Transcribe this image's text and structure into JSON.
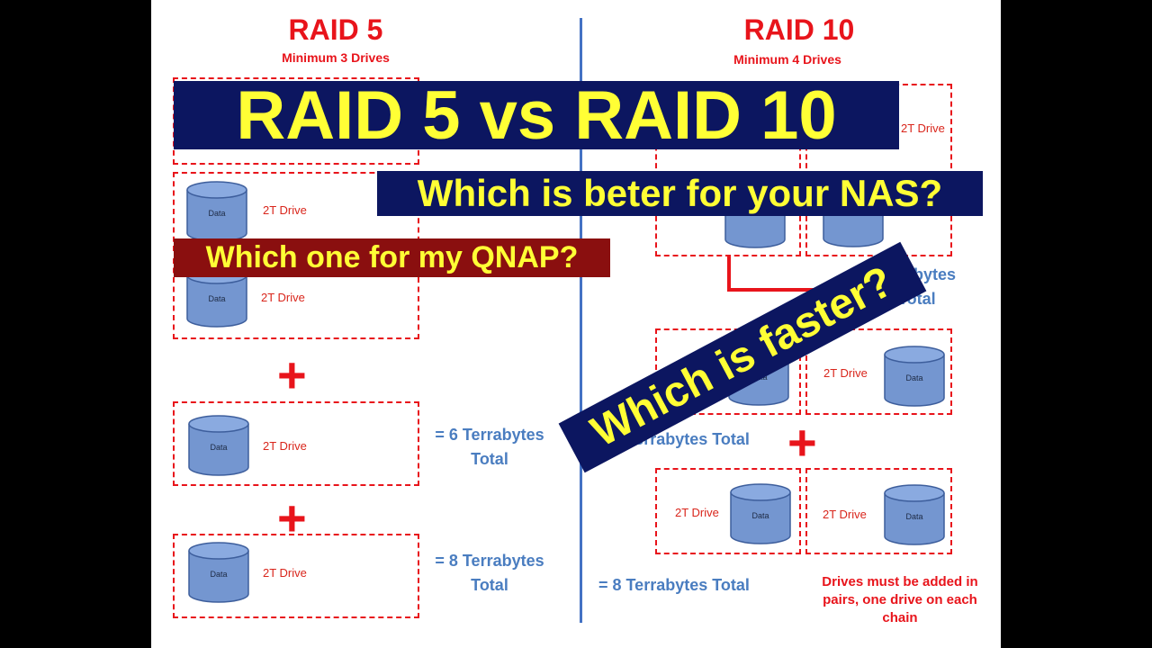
{
  "banners": {
    "main": "RAID 5 vs RAID 10",
    "nas": "Which is beter for your NAS?",
    "qnap": "Which one for my QNAP?",
    "faster": "Which is faster?"
  },
  "raid5": {
    "title": "RAID 5",
    "subtitle": "Minimum 3 Drives",
    "drive_label": "2T Drive",
    "cylinder_label": "Data",
    "plus": "+",
    "total_6": "= 6 Terrabytes Total",
    "total_8": "= 8 Terrabytes Total"
  },
  "raid10": {
    "title": "RAID 10",
    "subtitle": "Minimum 4 Drives",
    "drive_label": "2T Drive",
    "cylinder_label": "Data",
    "plus": "+",
    "total_top_fragment": "rabytes Total",
    "total_6": "= 6 Terrabytes Total",
    "total_8": "= 8 Terrabytes Total",
    "note": "Drives must be added in pairs, one drive on each chain"
  },
  "colors": {
    "red": "#e8141b",
    "blue_text": "#4a7dc0",
    "divider": "#4472c4",
    "banner_navy": "#0c1660",
    "banner_maroon": "#8a0f0f",
    "banner_text": "#ffff35",
    "cylinder_fill": "#7496d0"
  }
}
